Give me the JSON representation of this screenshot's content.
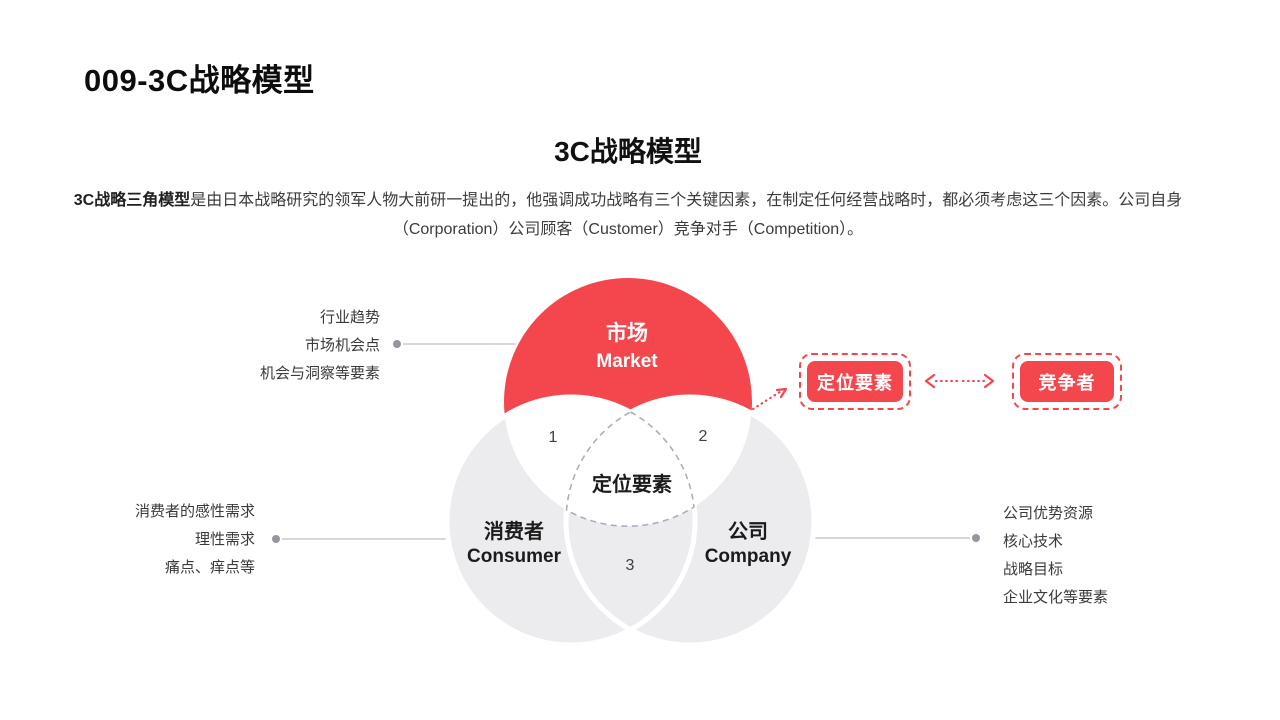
{
  "slide": {
    "page_title": "009-3C战略模型",
    "heading": "3C战略模型",
    "intro": {
      "lead_bold": "3C战略三角模型",
      "line1_rest": "是由日本战略研究的领军人物大前研一提出的，他强调成功战略有三个关键因素，在制定任何经营战略时，都必须考虑这三个因素。公司自身",
      "line2": "（Corporation）公司顾客（Customer）竞争对手（Competition）。"
    }
  },
  "venn": {
    "market": {
      "zh": "市场",
      "en": "Market"
    },
    "consumer": {
      "zh": "消费者",
      "en": "Consumer"
    },
    "company": {
      "zh": "公司",
      "en": "Company"
    },
    "center_label": "定位要素",
    "region_numbers": {
      "market_consumer": "1",
      "market_company": "2",
      "consumer_company": "3"
    }
  },
  "factor_lists": {
    "market": [
      "行业趋势",
      "市场机会点",
      "机会与洞察等要素"
    ],
    "consumer": [
      "消费者的感性需求",
      "理性需求",
      "痛点、痒点等"
    ],
    "company": [
      "公司优势资源",
      "核心技术",
      "战略目标",
      "企业文化等要素"
    ]
  },
  "callouts": {
    "positioning": "定位要素",
    "competitor": "竞争者"
  },
  "colors": {
    "accent_red": "#F4474D",
    "circle_gray": "#ECEBEE",
    "dashed_outline_gray": "#A9AFBE",
    "connector_line_gray": "#C9CBD0",
    "connector_dot_gray": "#94979E",
    "text_dark": "#1B1B1B",
    "text_body": "#3C3C3C",
    "background": "#FFFFFF"
  }
}
